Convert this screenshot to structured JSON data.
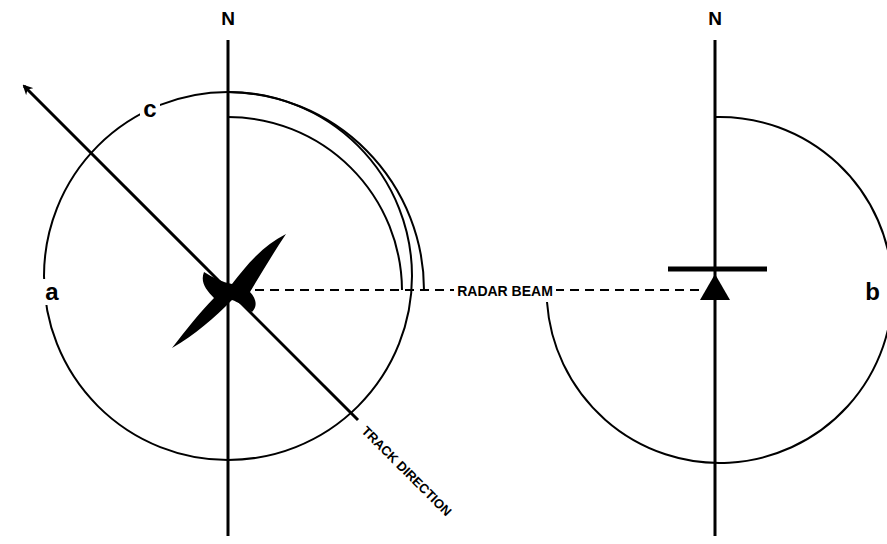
{
  "diagram": {
    "labels": [
      "N",
      "N",
      "c",
      "a",
      "RADAR BEAM",
      "b",
      "TRACK DIRECTION"
    ]
  }
}
